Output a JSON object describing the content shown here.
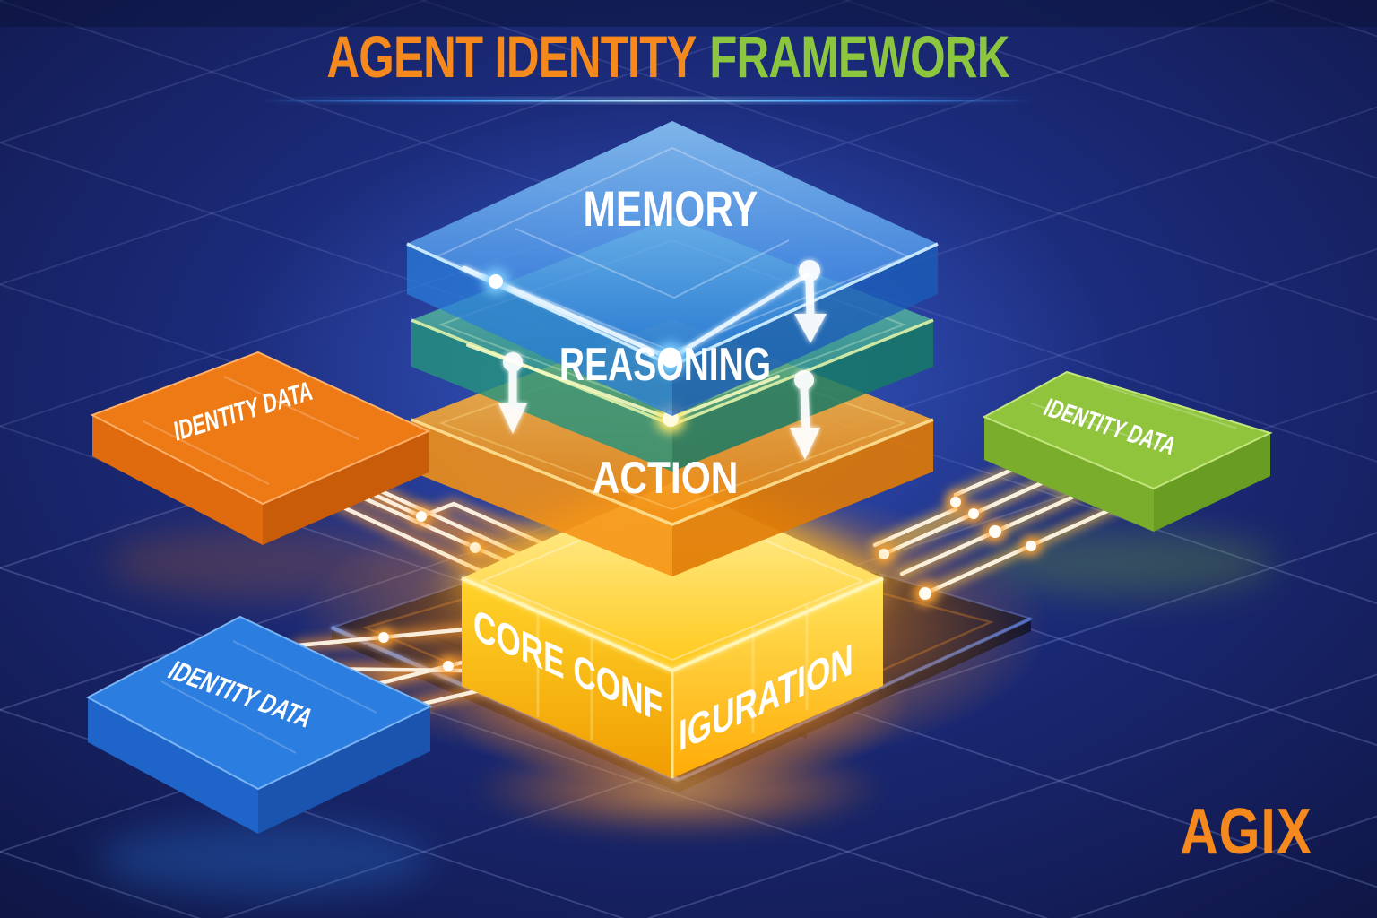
{
  "header": {
    "title_part1": "AGENT IDENTITY",
    "title_part2": "FRAMEWORK"
  },
  "stack": {
    "layers": [
      {
        "id": "memory",
        "label": "MEMORY",
        "color": "#3aa0f0"
      },
      {
        "id": "reasoning",
        "label": "REASONING",
        "color": "#2ba389"
      },
      {
        "id": "action",
        "label": "ACTION",
        "color": "#f59312"
      },
      {
        "id": "core",
        "label": "CORE CONFIGURATION",
        "label_face_left": "CORE CONF",
        "label_face_right": "IGURATION",
        "color": "#ffc412"
      }
    ],
    "flow_arrows_down": 3
  },
  "chips": [
    {
      "id": "identity-data-top-left",
      "label": "IDENTITY DATA",
      "color": "#ee7a16"
    },
    {
      "id": "identity-data-bottom-left",
      "label": "IDENTITY DATA",
      "color": "#2c7de0"
    },
    {
      "id": "identity-data-right",
      "label": "IDENTITY DATA",
      "color": "#8fc43c"
    }
  ],
  "brand": {
    "logo": "AGIX",
    "color": "#f5891d"
  },
  "icons": {
    "flow_arrow": "arrow-down-icon",
    "circuit_node": "glow-node"
  },
  "colors": {
    "background": "#1b2a77",
    "grid_line": "#9fb0e8",
    "title_orange": "#f5891d",
    "title_green": "#8cc63e",
    "divider_blue": "#4aa8ff",
    "trace_white": "#fff5e6",
    "trace_glow": "#ff9a2a",
    "arrow_white": "#ffffff",
    "platform_dark": "#10163a"
  }
}
